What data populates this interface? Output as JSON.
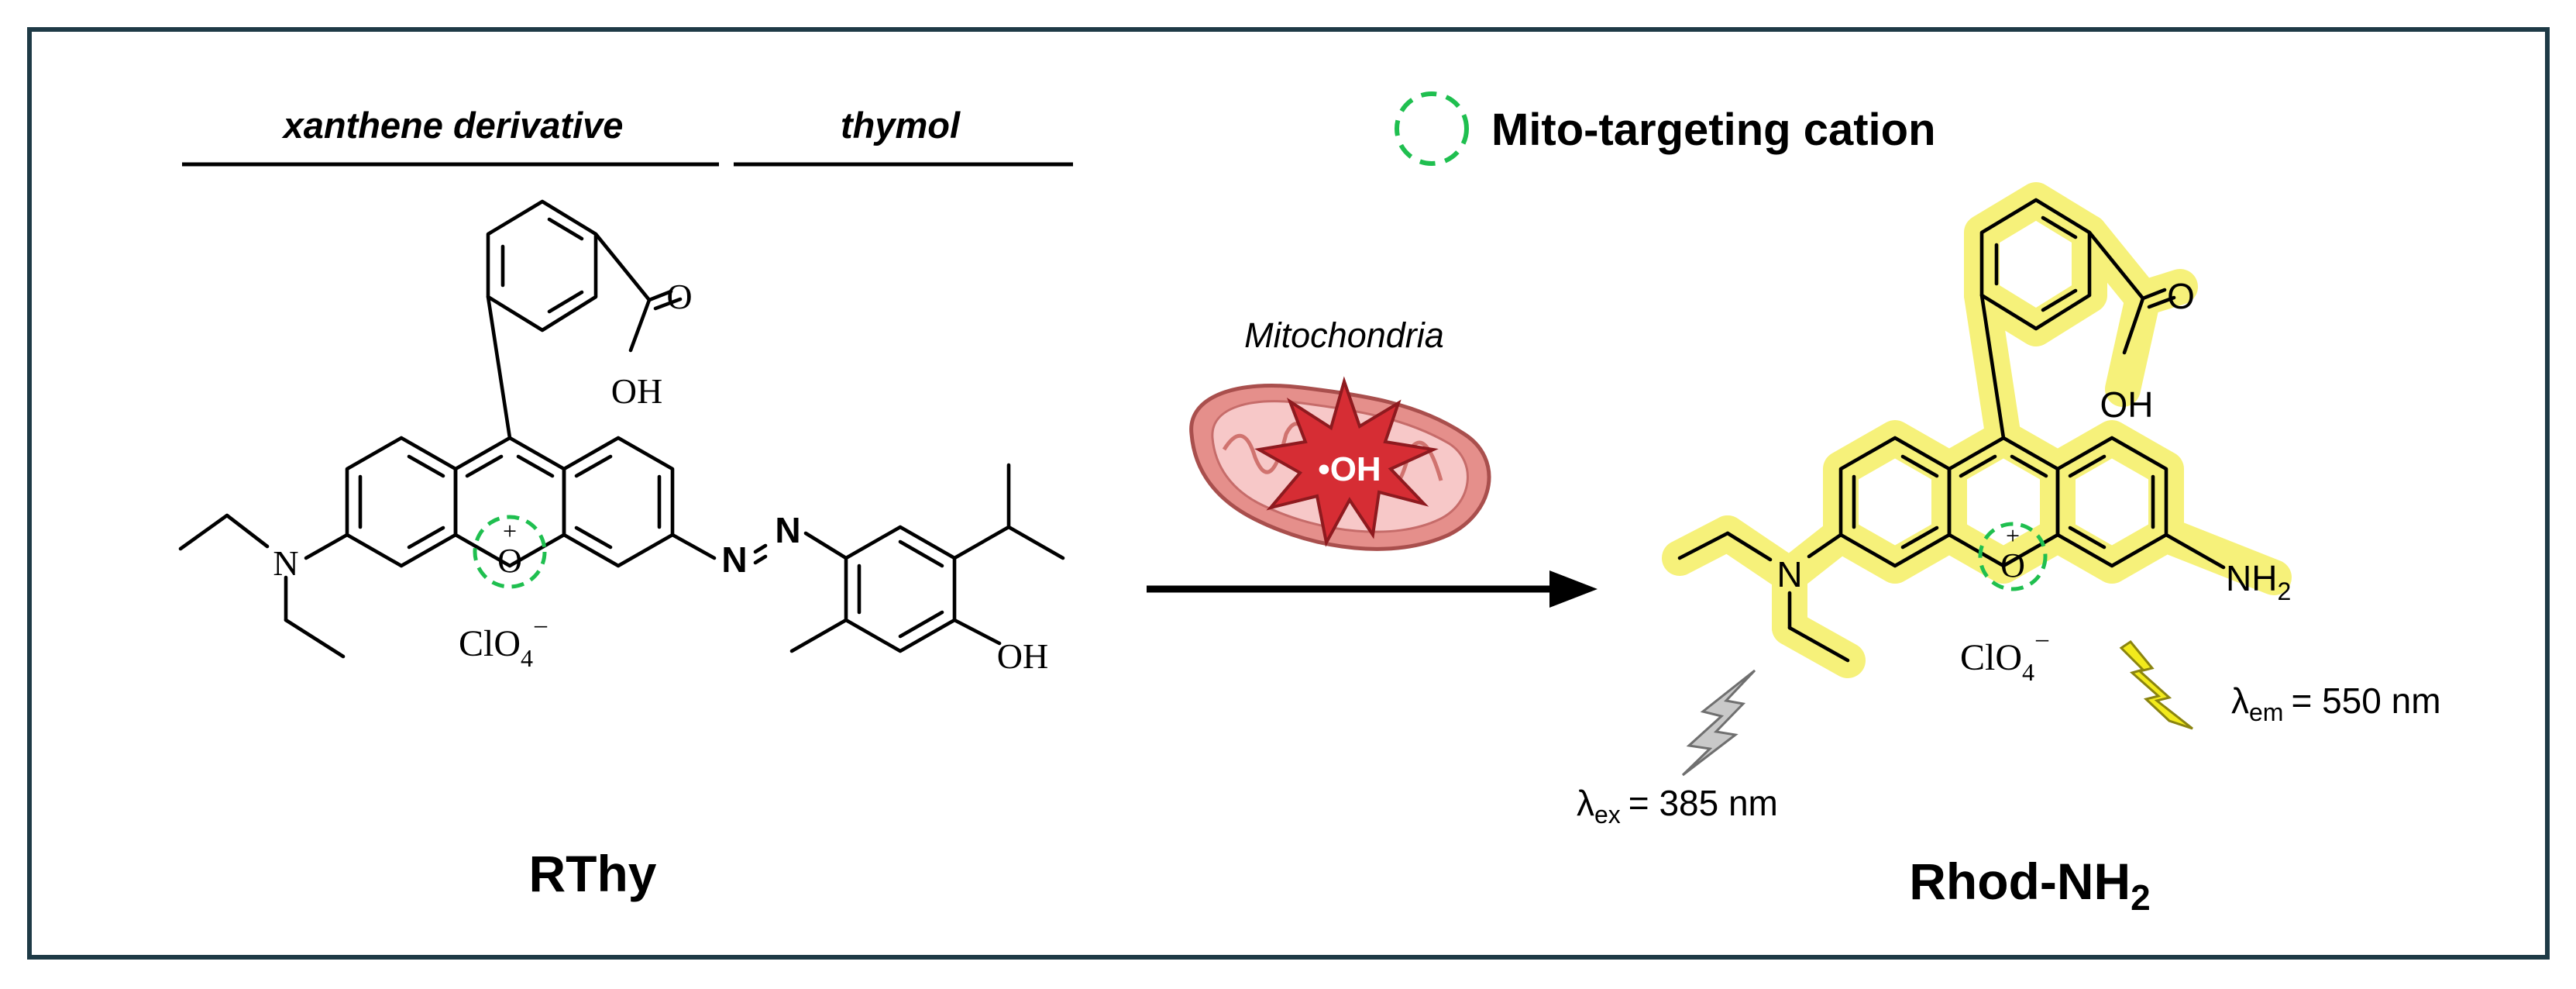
{
  "colors": {
    "frame": "#1e3a46",
    "cation_ring": "#1fbf4f",
    "highlight": "#f6f17a",
    "mito_outer": "#e58f8b",
    "mito_inner": "#f7c8c8",
    "star_fill": "#d62d34",
    "bolt_excitation": "#c9c9c9",
    "bolt_emission": "#f2ea1c"
  },
  "header": {
    "xanthene_label": "xanthene derivative",
    "thymol_label": "thymol"
  },
  "legend": {
    "icon": "dashed-circle-icon",
    "label": "Mito-targeting cation"
  },
  "reactant": {
    "name": "RThy",
    "atoms": {
      "oxygen": "O",
      "charge": "+",
      "nitrogen": "N",
      "azo_n": "N",
      "carbonyl_o": "O",
      "acid_oh": "OH",
      "phenol_oh": "OH"
    },
    "counterion": {
      "base": "ClO",
      "sub": "4",
      "sup": "–"
    }
  },
  "reaction": {
    "condition_label": "Mitochondria",
    "reagent": "•OH",
    "organelle_icon": "mitochondrion-icon",
    "arrow_icon": "reaction-arrow-icon"
  },
  "product": {
    "name_base": "Rhod-NH",
    "name_sub": "2",
    "atoms": {
      "oxygen": "O",
      "charge": "+",
      "nitrogen": "N",
      "carbonyl_o": "O",
      "acid_oh": "OH",
      "amine_base": "NH",
      "amine_sub": "2"
    },
    "counterion": {
      "base": "ClO",
      "sub": "4",
      "sup": "–"
    },
    "excitation": {
      "symbol": "λ",
      "sub": "ex",
      "value": "= 385 nm"
    },
    "emission": {
      "symbol": "λ",
      "sub": "em",
      "value": "= 550 nm"
    }
  }
}
